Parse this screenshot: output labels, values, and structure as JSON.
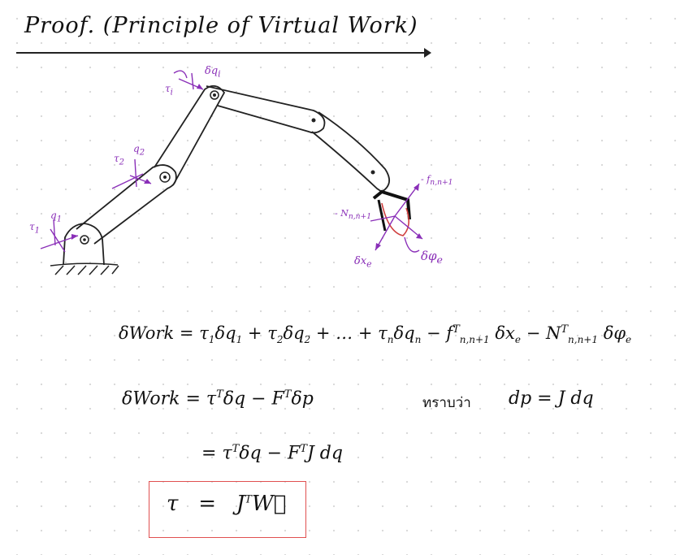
{
  "title": "Proof. (Principle of Virtual Work)",
  "diagram_labels": {
    "dq_i": "δq",
    "dq_i_sub": "i",
    "tau_i": "τ",
    "tau_i_sub": "i",
    "tau_2": "τ",
    "tau_2_sub": "2",
    "q_2": "q",
    "q_2_sub": "2",
    "tau_1": "τ",
    "tau_1_sub": "1",
    "q_1": "q",
    "q_1_sub": "1",
    "f_end": "- f",
    "f_end_sub": "n,n+1",
    "n_end": "- N",
    "n_end_sub": "n,n+1",
    "dx_e": "δx",
    "dx_e_sub": "e",
    "dphi_e": "δφ",
    "dphi_e_sub": "e"
  },
  "equations": {
    "line1": {
      "lhs": "δWork",
      "eq": "=",
      "t1": "τ",
      "t1_sub": "1",
      "t1_q": "δq",
      "t1_q_sub": "1",
      "plus1": "+",
      "t2": "τ",
      "t2_sub": "2",
      "t2_q": "δq",
      "t2_q_sub": "2",
      "plus2": "+ … +",
      "tn": "τ",
      "tn_sub": "n",
      "tn_q": "δq",
      "tn_q_sub": "n",
      "minus1": "−",
      "f": "f",
      "f_sub": "n,n+1",
      "f_sup": "T",
      "f_x": "δx",
      "f_x_sub": "e",
      "minus2": "−",
      "n": "N",
      "n_sub": "n,n+1",
      "n_sup": "T",
      "n_phi": "δφ",
      "n_phi_sub": "e"
    },
    "line2": {
      "lhs": "δWork",
      "eq": "=",
      "tau": "τ",
      "tau_sup": "T",
      "dq": "δq",
      "minus": "−",
      "F": "F",
      "F_sup": "T",
      "dp": "δp",
      "note": "ทราบว่า",
      "rel": "dp = J dq"
    },
    "line3": {
      "eq": "=",
      "tau": "τ",
      "tau_sup": "T",
      "dq": "δq",
      "minus": "−",
      "F": "F",
      "F_sup": "T",
      "Jdq": "J dq"
    },
    "boxed": {
      "tau": "τ",
      "eq": "=",
      "J": "J",
      "J_sup": "T",
      "W": "W⃗"
    }
  },
  "colors": {
    "ink": "#111111",
    "annotation": "#8a2fb8",
    "box": "#e05050",
    "gripper_outline": "#d04040"
  }
}
